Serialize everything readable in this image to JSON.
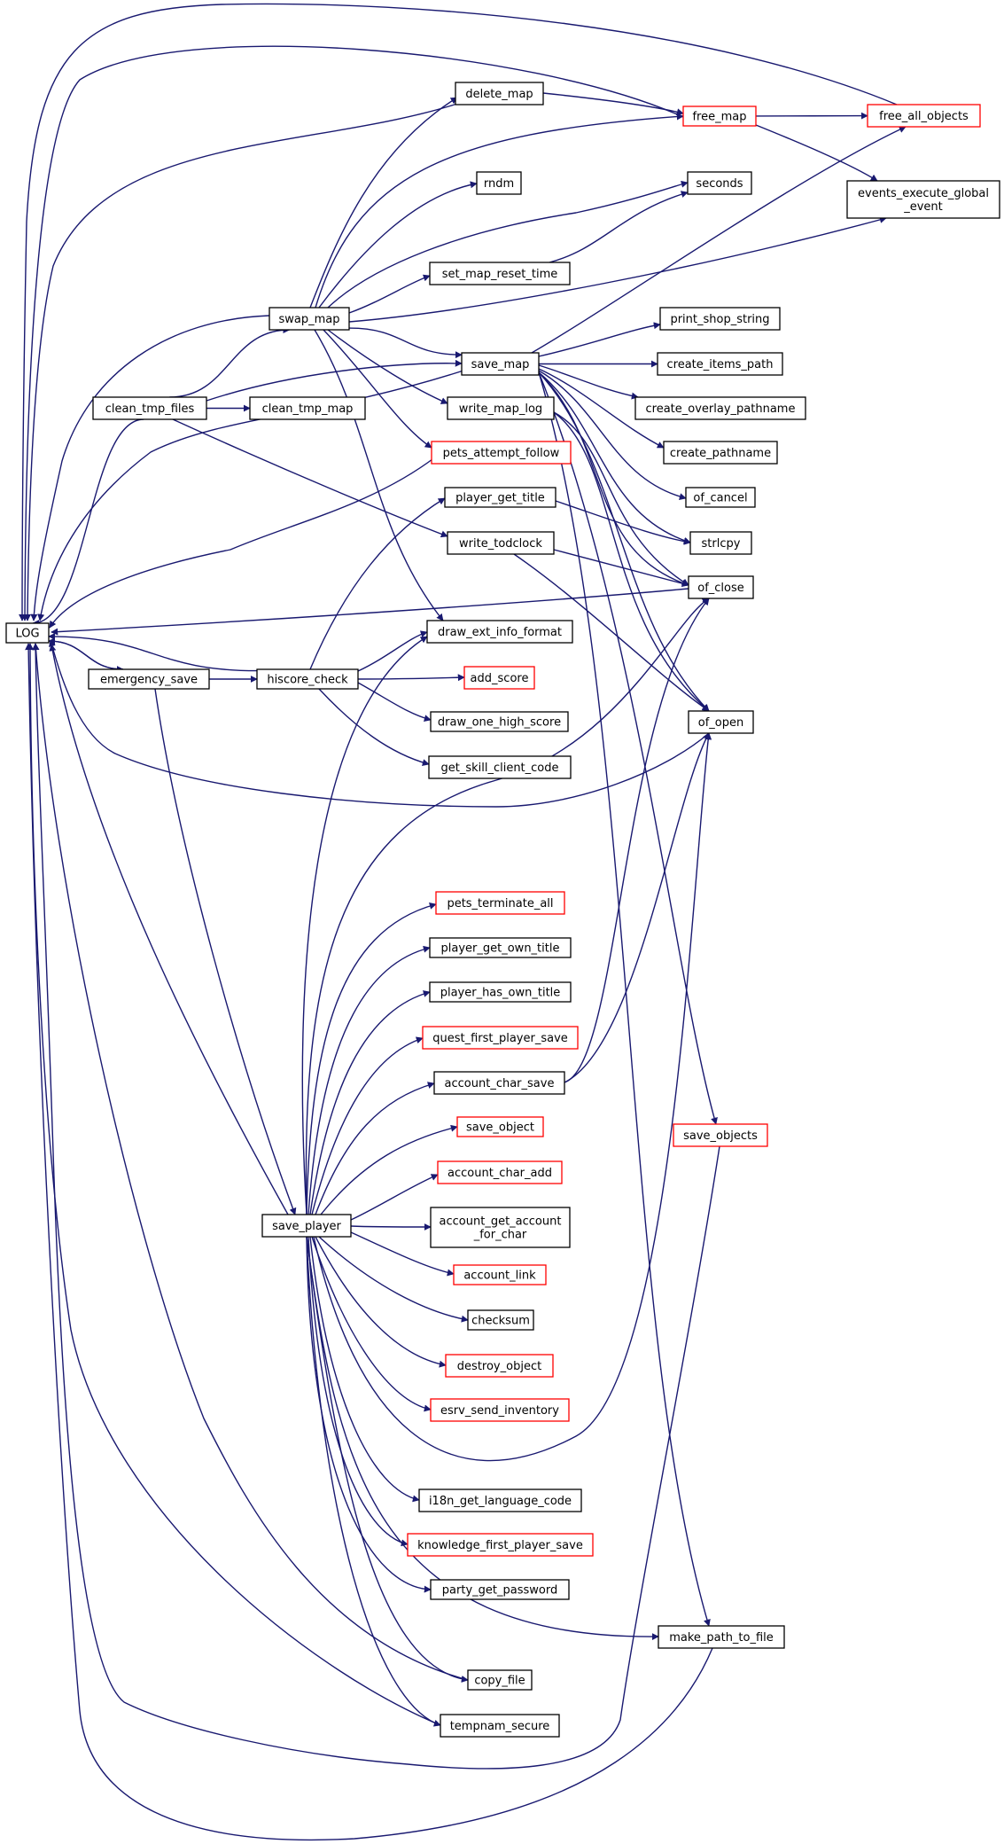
{
  "colors": {
    "edge": "#191970",
    "border_default": "#000000",
    "border_truncated": "#ff0000",
    "root_fill": "#bfbfbf",
    "node_fill": "#ffffff"
  },
  "nodes": [
    {
      "id": "LOG",
      "label": "LOG",
      "root": true
    },
    {
      "id": "clean_tmp_files",
      "label": "clean_tmp_files"
    },
    {
      "id": "emergency_save",
      "label": "emergency_save"
    },
    {
      "id": "save_player",
      "label": "save_player"
    },
    {
      "id": "swap_map",
      "label": "swap_map"
    },
    {
      "id": "clean_tmp_map",
      "label": "clean_tmp_map"
    },
    {
      "id": "hiscore_check",
      "label": "hiscore_check"
    },
    {
      "id": "delete_map",
      "label": "delete_map"
    },
    {
      "id": "rndm",
      "label": "rndm"
    },
    {
      "id": "set_map_reset_time",
      "label": "set_map_reset_time"
    },
    {
      "id": "save_map",
      "label": "save_map"
    },
    {
      "id": "write_map_log",
      "label": "write_map_log"
    },
    {
      "id": "pets_attempt_follow",
      "label": "pets_attempt_follow",
      "truncated": true
    },
    {
      "id": "player_get_title",
      "label": "player_get_title"
    },
    {
      "id": "write_todclock",
      "label": "write_todclock"
    },
    {
      "id": "draw_ext_info_format",
      "label": "draw_ext_info_format"
    },
    {
      "id": "add_score",
      "label": "add_score",
      "truncated": true
    },
    {
      "id": "draw_one_high_score",
      "label": "draw_one_high_score"
    },
    {
      "id": "get_skill_client_code",
      "label": "get_skill_client_code"
    },
    {
      "id": "pets_terminate_all",
      "label": "pets_terminate_all",
      "truncated": true
    },
    {
      "id": "player_get_own_title",
      "label": "player_get_own_title"
    },
    {
      "id": "player_has_own_title",
      "label": "player_has_own_title"
    },
    {
      "id": "quest_first_player_save",
      "label": "quest_first_player_save",
      "truncated": true
    },
    {
      "id": "account_char_save",
      "label": "account_char_save"
    },
    {
      "id": "save_object",
      "label": "save_object",
      "truncated": true
    },
    {
      "id": "account_char_add",
      "label": "account_char_add",
      "truncated": true
    },
    {
      "id": "account_get_account_for_char",
      "label": "account_get_account\n_for_char"
    },
    {
      "id": "account_link",
      "label": "account_link",
      "truncated": true
    },
    {
      "id": "checksum",
      "label": "checksum"
    },
    {
      "id": "destroy_object",
      "label": "destroy_object",
      "truncated": true
    },
    {
      "id": "esrv_send_inventory",
      "label": "esrv_send_inventory",
      "truncated": true
    },
    {
      "id": "i18n_get_language_code",
      "label": "i18n_get_language_code"
    },
    {
      "id": "knowledge_first_player_save",
      "label": "knowledge_first_player_save",
      "truncated": true
    },
    {
      "id": "party_get_password",
      "label": "party_get_password"
    },
    {
      "id": "copy_file",
      "label": "copy_file"
    },
    {
      "id": "tempnam_secure",
      "label": "tempnam_secure"
    },
    {
      "id": "free_map",
      "label": "free_map",
      "truncated": true
    },
    {
      "id": "free_all_objects",
      "label": "free_all_objects",
      "truncated": true
    },
    {
      "id": "events_execute_global_event",
      "label": "events_execute_global\n_event"
    },
    {
      "id": "seconds",
      "label": "seconds"
    },
    {
      "id": "print_shop_string",
      "label": "print_shop_string"
    },
    {
      "id": "create_items_path",
      "label": "create_items_path"
    },
    {
      "id": "create_overlay_pathname",
      "label": "create_overlay_pathname"
    },
    {
      "id": "create_pathname",
      "label": "create_pathname"
    },
    {
      "id": "of_cancel",
      "label": "of_cancel"
    },
    {
      "id": "strlcpy",
      "label": "strlcpy"
    },
    {
      "id": "of_close",
      "label": "of_close"
    },
    {
      "id": "of_open",
      "label": "of_open"
    },
    {
      "id": "save_objects",
      "label": "save_objects",
      "truncated": true
    },
    {
      "id": "make_path_to_file",
      "label": "make_path_to_file"
    }
  ],
  "edges": [
    [
      "clean_tmp_files",
      "LOG"
    ],
    [
      "emergency_save",
      "LOG"
    ],
    [
      "save_player",
      "LOG"
    ],
    [
      "swap_map",
      "LOG"
    ],
    [
      "hiscore_check",
      "LOG"
    ],
    [
      "delete_map",
      "LOG"
    ],
    [
      "save_map",
      "LOG"
    ],
    [
      "pets_attempt_follow",
      "LOG"
    ],
    [
      "free_map",
      "LOG"
    ],
    [
      "free_all_objects",
      "LOG"
    ],
    [
      "of_close",
      "LOG"
    ],
    [
      "of_open",
      "LOG"
    ],
    [
      "copy_file",
      "LOG"
    ],
    [
      "tempnam_secure",
      "LOG"
    ],
    [
      "make_path_to_file",
      "LOG"
    ],
    [
      "save_objects",
      "LOG"
    ],
    [
      "LOG",
      "emergency_save"
    ],
    [
      "emergency_save",
      "hiscore_check"
    ],
    [
      "emergency_save",
      "save_player"
    ],
    [
      "clean_tmp_files",
      "swap_map"
    ],
    [
      "clean_tmp_files",
      "clean_tmp_map"
    ],
    [
      "clean_tmp_files",
      "save_map"
    ],
    [
      "clean_tmp_files",
      "write_todclock"
    ],
    [
      "swap_map",
      "delete_map"
    ],
    [
      "swap_map",
      "free_map"
    ],
    [
      "swap_map",
      "rndm"
    ],
    [
      "swap_map",
      "seconds"
    ],
    [
      "swap_map",
      "set_map_reset_time"
    ],
    [
      "swap_map",
      "events_execute_global_event"
    ],
    [
      "swap_map",
      "save_map"
    ],
    [
      "swap_map",
      "write_map_log"
    ],
    [
      "swap_map",
      "pets_attempt_follow"
    ],
    [
      "swap_map",
      "draw_ext_info_format"
    ],
    [
      "delete_map",
      "free_map"
    ],
    [
      "free_map",
      "free_all_objects"
    ],
    [
      "free_map",
      "events_execute_global_event"
    ],
    [
      "set_map_reset_time",
      "seconds"
    ],
    [
      "save_map",
      "free_all_objects"
    ],
    [
      "save_map",
      "print_shop_string"
    ],
    [
      "save_map",
      "create_items_path"
    ],
    [
      "save_map",
      "create_overlay_pathname"
    ],
    [
      "save_map",
      "create_pathname"
    ],
    [
      "save_map",
      "of_cancel"
    ],
    [
      "save_map",
      "strlcpy"
    ],
    [
      "save_map",
      "of_close"
    ],
    [
      "save_map",
      "of_open"
    ],
    [
      "save_map",
      "save_objects"
    ],
    [
      "save_map",
      "make_path_to_file"
    ],
    [
      "write_map_log",
      "of_close"
    ],
    [
      "write_map_log",
      "of_open"
    ],
    [
      "player_get_title",
      "strlcpy"
    ],
    [
      "write_todclock",
      "of_close"
    ],
    [
      "write_todclock",
      "of_open"
    ],
    [
      "hiscore_check",
      "player_get_title"
    ],
    [
      "hiscore_check",
      "draw_ext_info_format"
    ],
    [
      "hiscore_check",
      "add_score"
    ],
    [
      "hiscore_check",
      "draw_one_high_score"
    ],
    [
      "hiscore_check",
      "get_skill_client_code"
    ],
    [
      "save_player",
      "draw_ext_info_format"
    ],
    [
      "save_player",
      "of_close"
    ],
    [
      "save_player",
      "pets_terminate_all"
    ],
    [
      "save_player",
      "player_get_own_title"
    ],
    [
      "save_player",
      "player_has_own_title"
    ],
    [
      "save_player",
      "quest_first_player_save"
    ],
    [
      "save_player",
      "account_char_save"
    ],
    [
      "save_player",
      "save_object"
    ],
    [
      "save_player",
      "account_char_add"
    ],
    [
      "save_player",
      "account_get_account_for_char"
    ],
    [
      "save_player",
      "account_link"
    ],
    [
      "save_player",
      "checksum"
    ],
    [
      "save_player",
      "destroy_object"
    ],
    [
      "save_player",
      "esrv_send_inventory"
    ],
    [
      "save_player",
      "of_open"
    ],
    [
      "save_player",
      "i18n_get_language_code"
    ],
    [
      "save_player",
      "knowledge_first_player_save"
    ],
    [
      "save_player",
      "party_get_password"
    ],
    [
      "save_player",
      "make_path_to_file"
    ],
    [
      "save_player",
      "copy_file"
    ],
    [
      "save_player",
      "tempnam_secure"
    ],
    [
      "account_char_save",
      "of_close"
    ],
    [
      "account_char_save",
      "of_open"
    ]
  ]
}
